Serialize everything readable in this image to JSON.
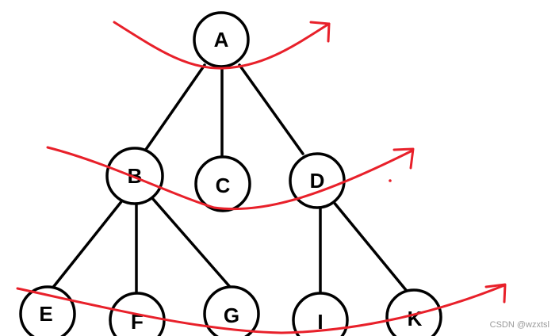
{
  "diagram": {
    "nodes": [
      {
        "id": "A",
        "label": "A"
      },
      {
        "id": "B",
        "label": "B"
      },
      {
        "id": "C",
        "label": "C"
      },
      {
        "id": "D",
        "label": "D"
      },
      {
        "id": "E",
        "label": "E"
      },
      {
        "id": "F",
        "label": "F"
      },
      {
        "id": "G",
        "label": "G"
      },
      {
        "id": "I",
        "label": "I"
      },
      {
        "id": "K",
        "label": "K"
      }
    ],
    "edges": [
      {
        "from": "A",
        "to": "B"
      },
      {
        "from": "A",
        "to": "C"
      },
      {
        "from": "A",
        "to": "D"
      },
      {
        "from": "B",
        "to": "E"
      },
      {
        "from": "B",
        "to": "F"
      },
      {
        "from": "B",
        "to": "G"
      },
      {
        "from": "D",
        "to": "I"
      },
      {
        "from": "D",
        "to": "K"
      }
    ],
    "arrow_color": "#e8202a",
    "line_color": "#000000"
  },
  "watermark": "CSDN @wzxtsl"
}
